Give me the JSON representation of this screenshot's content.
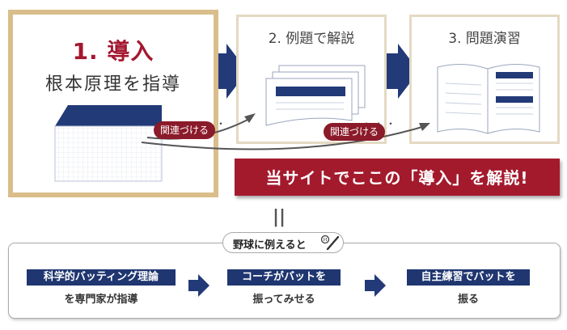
{
  "steps": [
    {
      "title": "1. 導入",
      "subtitle": "根本原理を指導"
    },
    {
      "title": "2. 例題で解説"
    },
    {
      "title": "3. 問題演習"
    }
  ],
  "connector_badge": "関連づける",
  "banner": {
    "text": "当サイトでここの「導入」を解説!"
  },
  "equals_sign": "||",
  "analogy": {
    "label": "野球に例えると",
    "items": [
      {
        "label": "科学的バッティング理論",
        "sub": "を専門家が指導"
      },
      {
        "label": "コーチがバットを",
        "sub": "振ってみせる"
      },
      {
        "label": "自主練習でバットを",
        "sub": "振る"
      }
    ]
  },
  "colors": {
    "navy": "#1f3670",
    "crimson": "#a41a2d",
    "gold_border": "#d9bd8b"
  }
}
